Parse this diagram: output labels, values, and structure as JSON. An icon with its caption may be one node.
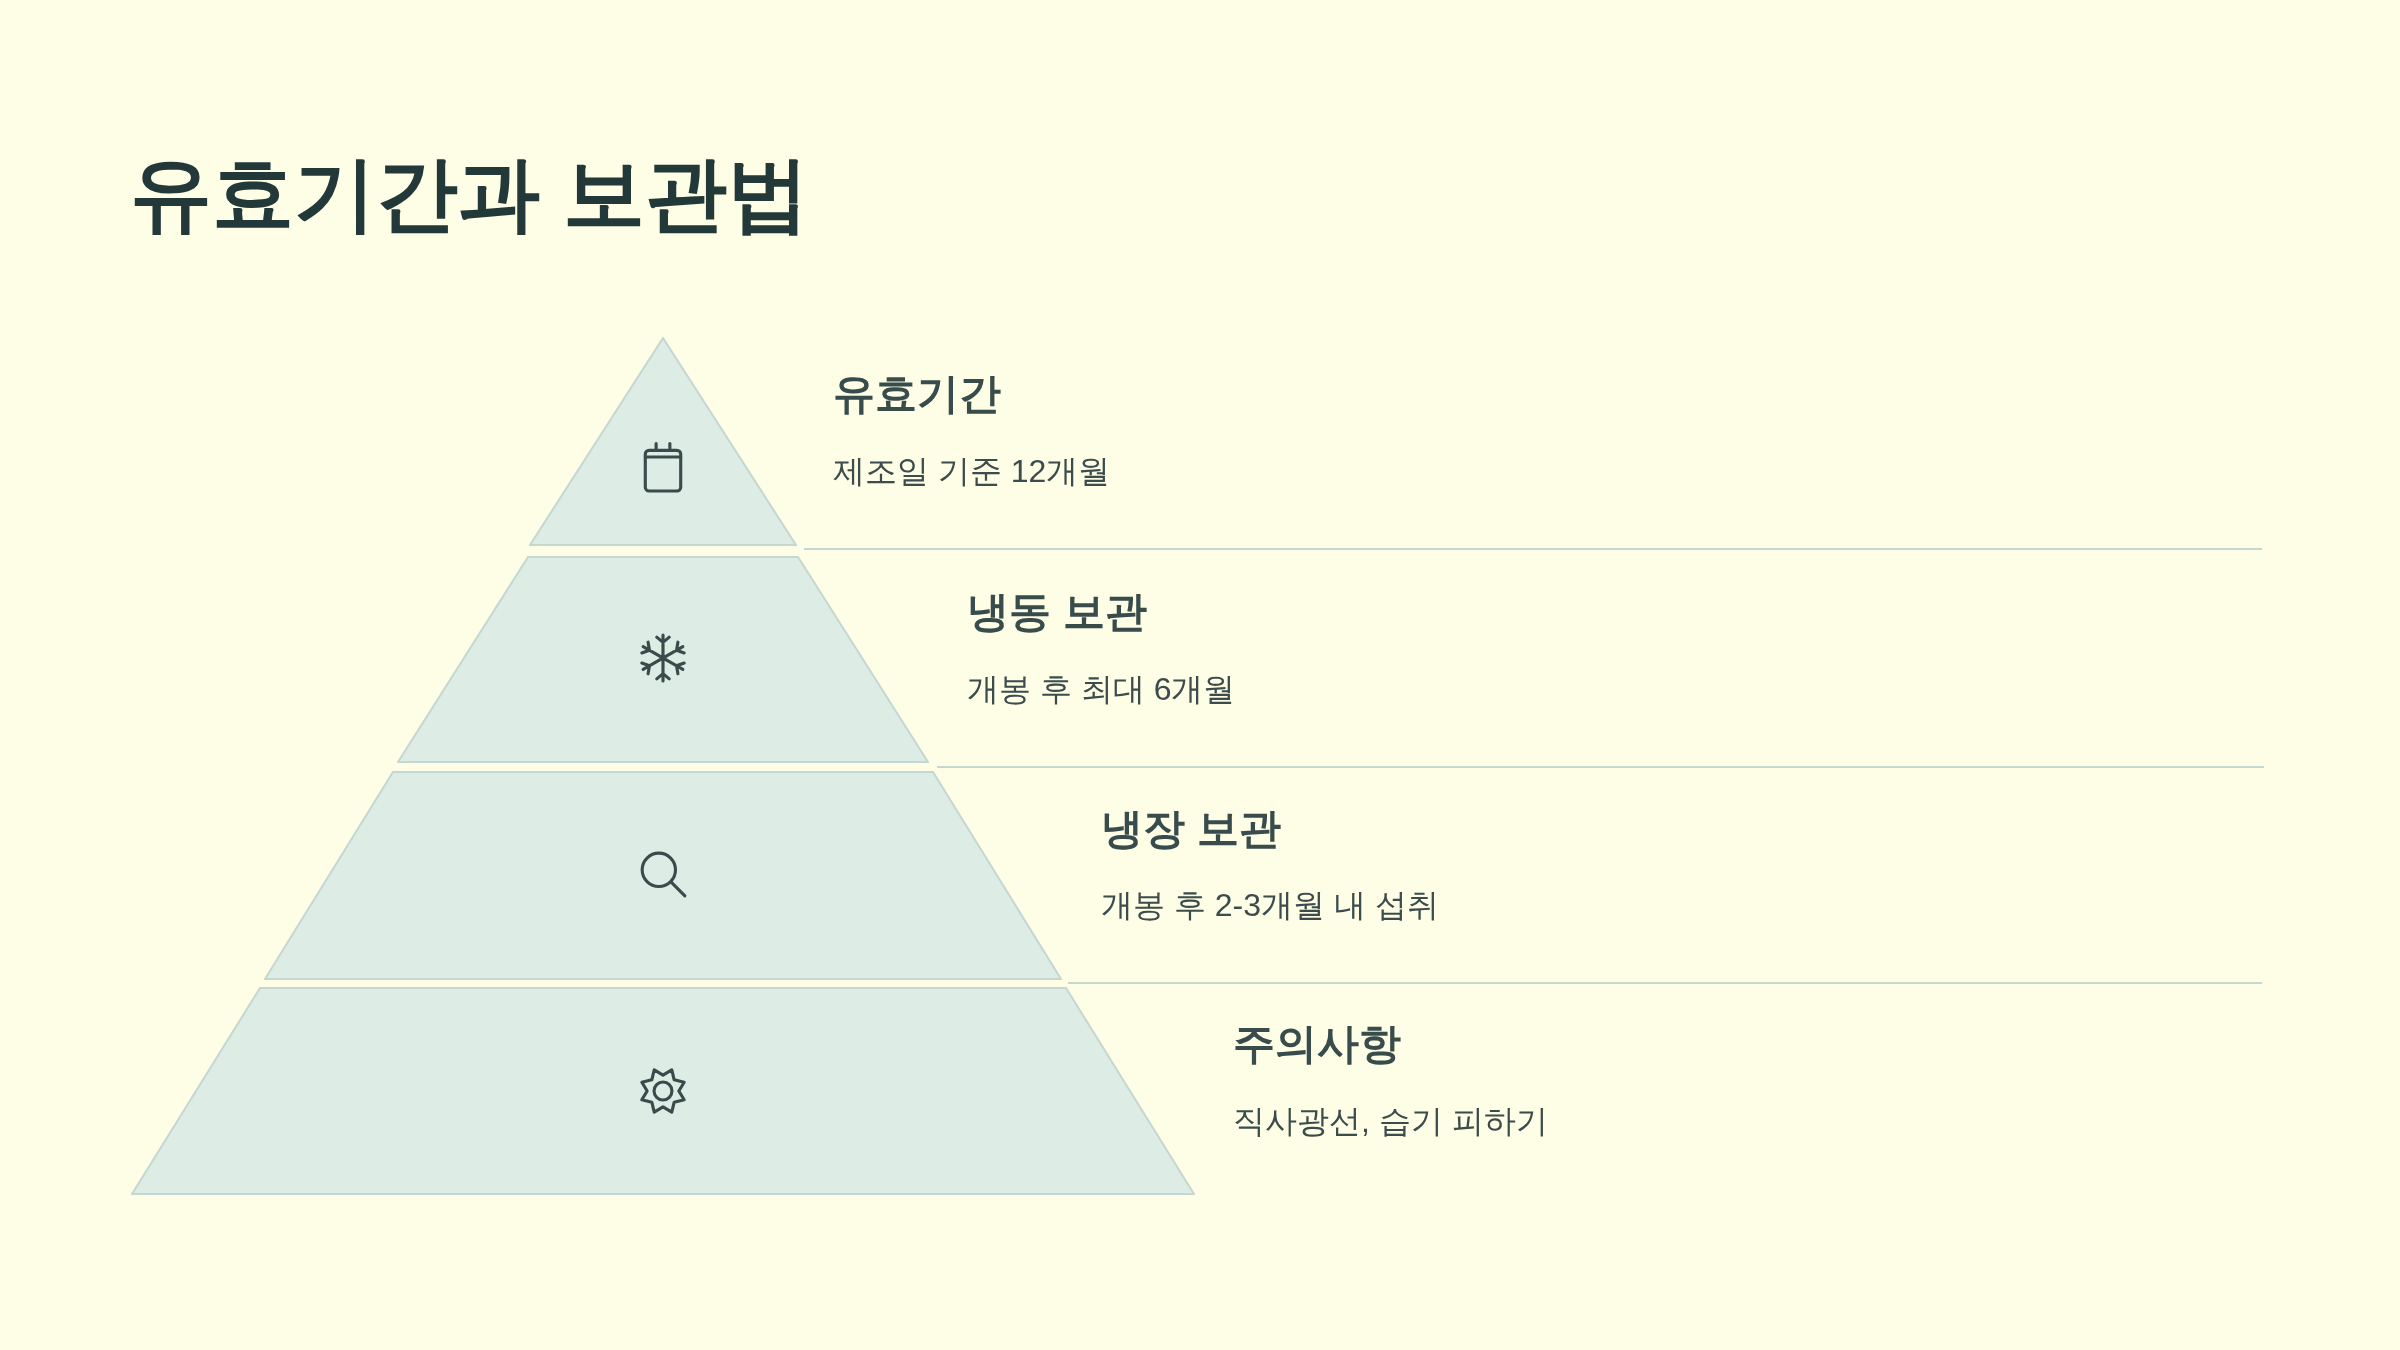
{
  "diagram": {
    "title": "유효기간과 보관법",
    "nodes": [
      {
        "text": [],
        "shape": "triangle",
        "beside": [
          "유효기간",
          "제조일 기준 12개월"
        ]
      },
      {
        "text": [],
        "shape": "trapezoid",
        "beside": [
          "냉동 보관",
          "개봉 후 최대 6개월"
        ]
      },
      {
        "text": [],
        "shape": "trapezoid",
        "beside": [
          "냉장 보관",
          "개봉 후 2-3개월 내 섭취"
        ]
      },
      {
        "text": [],
        "shape": "trapezoid",
        "beside": [
          "주의사항",
          "직사광선, 습기 피하기"
        ]
      }
    ]
  }
}
